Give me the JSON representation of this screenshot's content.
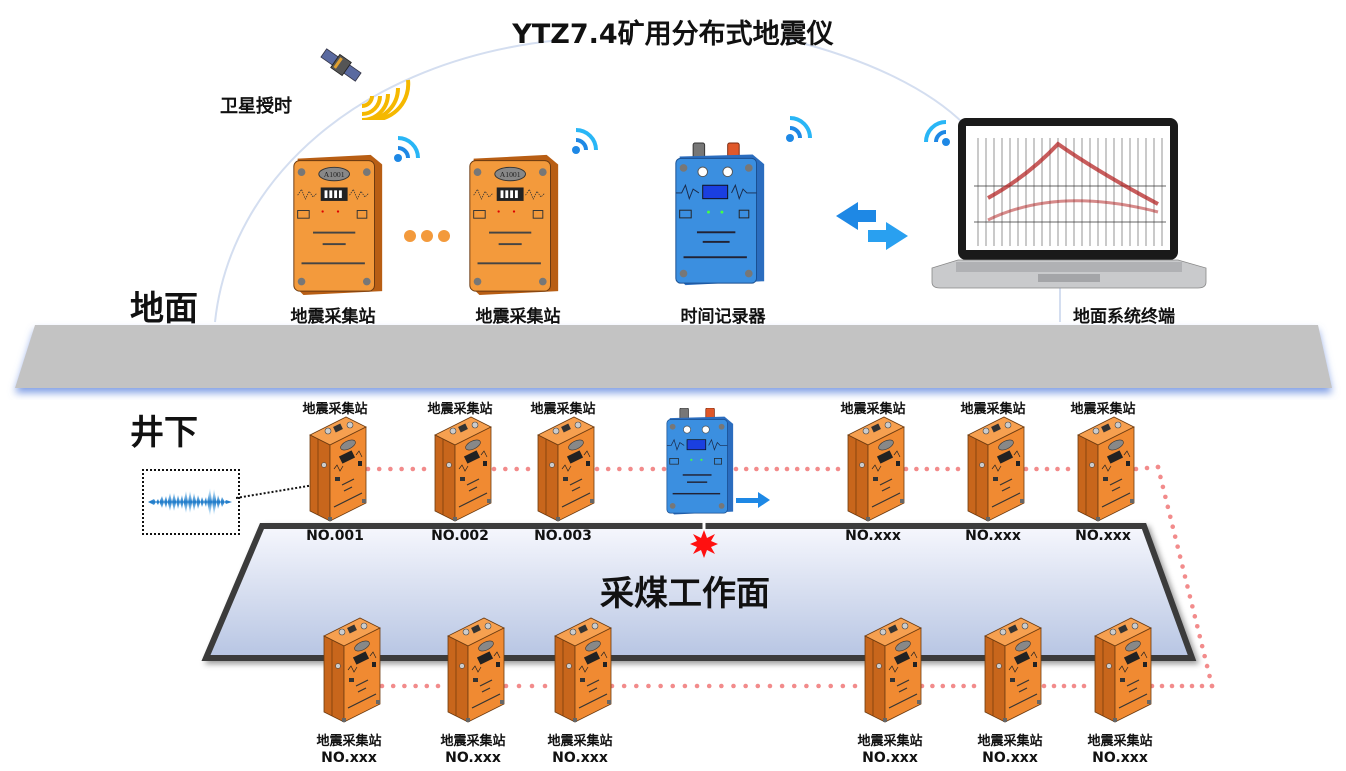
{
  "title": "YTZ7.4矿用分布式地震仪",
  "satellite": {
    "label": "卫星授时",
    "icon": "satellite-icon"
  },
  "zones": {
    "surface": "地面",
    "underground": "井下"
  },
  "surface_devices": [
    {
      "label": "地震采集站",
      "type": "seismic-station",
      "display": "A1001"
    },
    {
      "label": "地震采集站",
      "type": "seismic-station",
      "display": "A1001"
    },
    {
      "label": "时间记录器",
      "type": "time-recorder"
    },
    {
      "label": "地面系统终端",
      "type": "laptop-terminal"
    }
  ],
  "ellipsis_icon": "ellipsis-dots-icon",
  "transfer_icon": "bidirectional-arrows-icon",
  "working_face": {
    "label": "采煤工作面"
  },
  "top_row": [
    {
      "label": "地震采集站",
      "number": "NO.001"
    },
    {
      "label": "地震采集站",
      "number": "NO.002"
    },
    {
      "label": "地震采集站",
      "number": "NO.003"
    },
    {
      "label": "地震采集站",
      "number": "NO.xxx"
    },
    {
      "label": "地震采集站",
      "number": "NO.xxx"
    },
    {
      "label": "地震采集站",
      "number": "NO.xxx"
    }
  ],
  "bottom_row": [
    {
      "label": "地震采集站",
      "number": "NO.xxx"
    },
    {
      "label": "地震采集站",
      "number": "NO.xxx"
    },
    {
      "label": "地震采集站",
      "number": "NO.xxx"
    },
    {
      "label": "地震采集站",
      "number": "NO.xxx"
    },
    {
      "label": "地震采集站",
      "number": "NO.xxx"
    },
    {
      "label": "地震采集站",
      "number": "NO.xxx"
    }
  ],
  "colors": {
    "station_orange": "#f08a32",
    "recorder_blue": "#3a8de0",
    "wifi_blue": "#1e88e5",
    "link_dots": "#f28b8b",
    "ground_gray": "#c4c4c4",
    "face_fill_top": "#f4f6fc",
    "face_fill_bottom": "#b9c7e4",
    "blast_red": "#ff1010"
  }
}
